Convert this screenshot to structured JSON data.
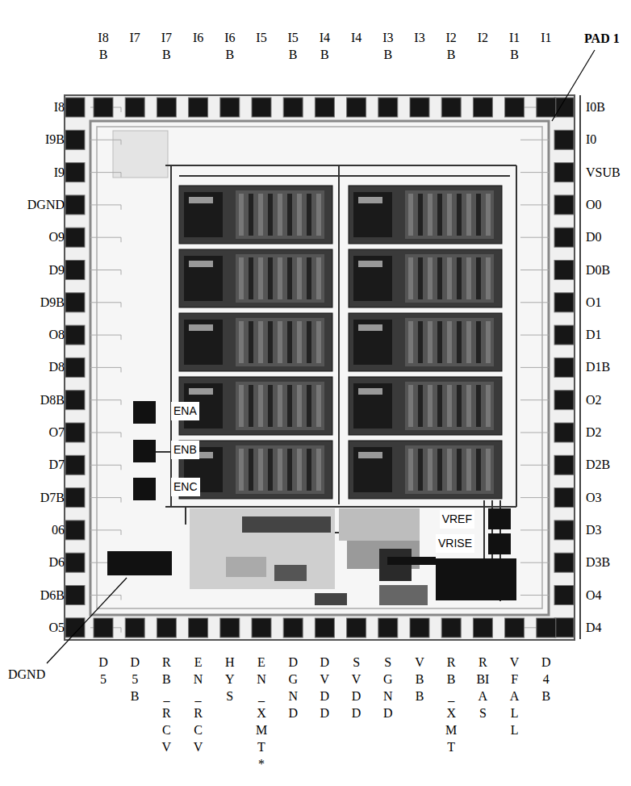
{
  "diagram": {
    "labels": [
      "PAD 1",
      "I8B",
      "I7",
      "I7B",
      "I6",
      "I6B",
      "I5",
      "I5B",
      "I4B",
      "I4",
      "I3B",
      "I3",
      "I2B",
      "I2",
      "I1B",
      "I1",
      "I8",
      "I9B",
      "I9",
      "DGND",
      "O9",
      "D9",
      "D9B",
      "O8",
      "D8",
      "D8B",
      "O7",
      "D7",
      "D7B",
      "06",
      "D6",
      "D6B",
      "O5",
      "I0B",
      "I0",
      "VSUB",
      "O0",
      "D0",
      "D0B",
      "O1",
      "D1",
      "D1B",
      "O2",
      "D2",
      "D2B",
      "O3",
      "D3",
      "D3B",
      "O4",
      "D4",
      "D5",
      "D5B",
      "RB_RCV",
      "EN_RCV",
      "HYS",
      "EN_XMT*",
      "DGND",
      "DVDD",
      "SVDD",
      "SGND",
      "VBB",
      "RB_XMT",
      "RBIAS",
      "VFALL",
      "D4B",
      "DGND",
      "ENA",
      "ENB",
      "ENC",
      "VREF",
      "VRISE"
    ]
  }
}
